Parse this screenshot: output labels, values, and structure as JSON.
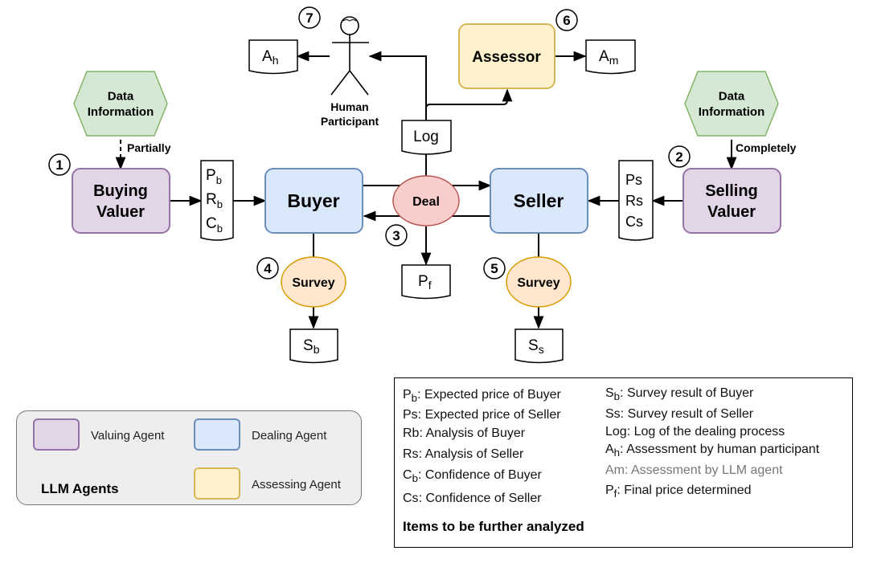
{
  "nodes": {
    "data_info_left": "Data Information",
    "data_info_right": "Data Information",
    "buying_valuer": "Buying Valuer",
    "selling_valuer": "Selling Valuer",
    "buyer": "Buyer",
    "seller": "Seller",
    "deal": "Deal",
    "assessor": "Assessor",
    "survey_buyer": "Survey",
    "survey_seller": "Survey",
    "log": "Log",
    "human": "Human Participant"
  },
  "edge_labels": {
    "partially": "Partially",
    "completely": "Completely"
  },
  "step_numbers": [
    "1",
    "2",
    "3",
    "4",
    "5",
    "6",
    "7"
  ],
  "outputs": {
    "buyer_vals": [
      [
        "P",
        "b"
      ],
      [
        "R",
        "b"
      ],
      [
        "C",
        "b"
      ]
    ],
    "seller_vals": [
      "Ps",
      "Rs",
      "Cs"
    ],
    "a_h": [
      "A",
      "h"
    ],
    "a_m": [
      "A",
      "m"
    ],
    "p_f": [
      "P",
      "f"
    ],
    "s_b": [
      "S",
      "b"
    ],
    "s_s": [
      "S",
      "s"
    ]
  },
  "legend": {
    "valuing": "Valuing Agent",
    "dealing": "Dealing Agent",
    "assessing": "Assessing Agent",
    "title": "LLM Agents"
  },
  "items": {
    "left": [
      {
        "sym": "P",
        "sub": "b",
        "text": ": Expected price of Buyer"
      },
      {
        "sym": "Ps",
        "sub": "",
        "text": ": Expected price of Seller"
      },
      {
        "sym": "Rb",
        "sub": "",
        "text": ": Analysis of Buyer"
      },
      {
        "sym": "Rs",
        "sub": "",
        "text": ": Analysis of Seller"
      },
      {
        "sym": "C",
        "sub": "b",
        "text": ": Confidence of Buyer"
      },
      {
        "sym": "Cs",
        "sub": "",
        "text": ": Confidence of Seller"
      }
    ],
    "right": [
      {
        "sym": "S",
        "sub": "b",
        "text": ": Survey result of Buyer"
      },
      {
        "sym": "Ss",
        "sub": "",
        "text": ": Survey result of Seller"
      },
      {
        "sym": "Log",
        "sub": "",
        "text": ": Log of the dealing process"
      },
      {
        "sym": "A",
        "sub": "h",
        "text": ": Assessment by human participant"
      },
      {
        "sym": "Am",
        "sub": "",
        "text": ": Assessment by LLM agent"
      },
      {
        "sym": "P",
        "sub": "f",
        "text": ": Final price determined"
      }
    ],
    "title": "Items to be further analyzed"
  },
  "colors": {
    "valuing_fill": "#e1d5e7",
    "valuing_stroke": "#9673a6",
    "dealing_fill": "#dae8fc",
    "dealing_stroke": "#6c8ebf",
    "assessing_fill": "#fff2cc",
    "assessing_stroke": "#d6b656",
    "data_fill": "#d5e8d4",
    "data_stroke": "#82b366",
    "deal_fill": "#f8cecc",
    "deal_stroke": "#b85450",
    "survey_fill": "#ffe6cc",
    "survey_stroke": "#d79b00"
  }
}
